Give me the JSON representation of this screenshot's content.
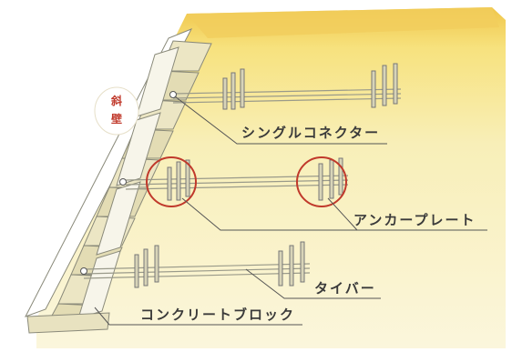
{
  "diagram": {
    "labels": {
      "slope_wall": [
        "斜",
        "壁"
      ],
      "single_connector": "シングルコネクター",
      "anchor_plate": "アンカープレート",
      "tie_bar": "タイバー",
      "concrete_block": "コンクリートブロック"
    },
    "colors": {
      "ground": "#f6edb2",
      "ground_edge": "#f0c64a",
      "wall_face": "#ffffff",
      "block_fill": "#ece6c4",
      "block_shadow": "#c9c29a",
      "block_outline": "#8a8a7a",
      "rod": "#9a9a8a",
      "plate": "#d8d4b8",
      "highlight_circle": "#c0392b",
      "leader_line": "#555555",
      "label_text": "#3a3a3a",
      "slope_label_text": "#c0392b"
    }
  }
}
